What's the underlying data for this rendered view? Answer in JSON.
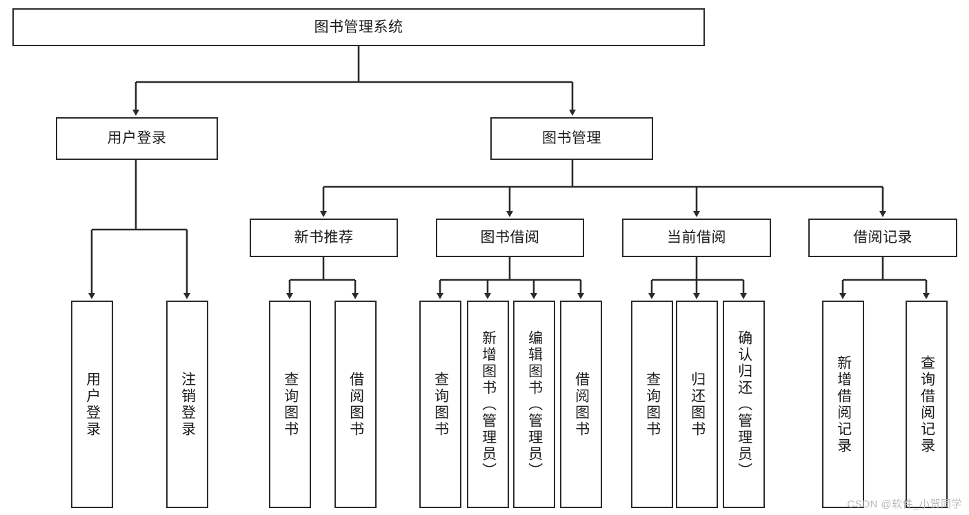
{
  "diagram": {
    "title": "图书管理系统",
    "type": "tree-hierarchy-diagram",
    "colors": {
      "box_border": "#2b2b2b",
      "box_fill": "#ffffff",
      "connector": "#2b2b2b",
      "text": "#1c1c1c",
      "watermark": "#b9b9b9",
      "background": "#ffffff"
    },
    "root": {
      "label": "图书管理系统"
    },
    "level2": [
      {
        "label": "用户登录"
      },
      {
        "label": "图书管理"
      }
    ],
    "level3": [
      {
        "label": "新书推荐"
      },
      {
        "label": "图书借阅"
      },
      {
        "label": "当前借阅"
      },
      {
        "label": "借阅记录"
      }
    ],
    "leaves": {
      "user_login": [
        {
          "label": "用户登录"
        },
        {
          "label": "注销登录"
        }
      ],
      "new_book_recommend": [
        {
          "label": "查询图书"
        },
        {
          "label": "借阅图书"
        }
      ],
      "book_borrow": [
        {
          "label": "查询图书"
        },
        {
          "label": "新增图书（管理员）"
        },
        {
          "label": "编辑图书（管理员）"
        },
        {
          "label": "借阅图书"
        }
      ],
      "current_borrow": [
        {
          "label": "查询图书"
        },
        {
          "label": "归还图书"
        },
        {
          "label": "确认归还（管理员）"
        }
      ],
      "borrow_record": [
        {
          "label": "新增借阅记录"
        },
        {
          "label": "查询借阅记录"
        }
      ]
    },
    "watermark": "CSDN @软件_小贺同学"
  }
}
